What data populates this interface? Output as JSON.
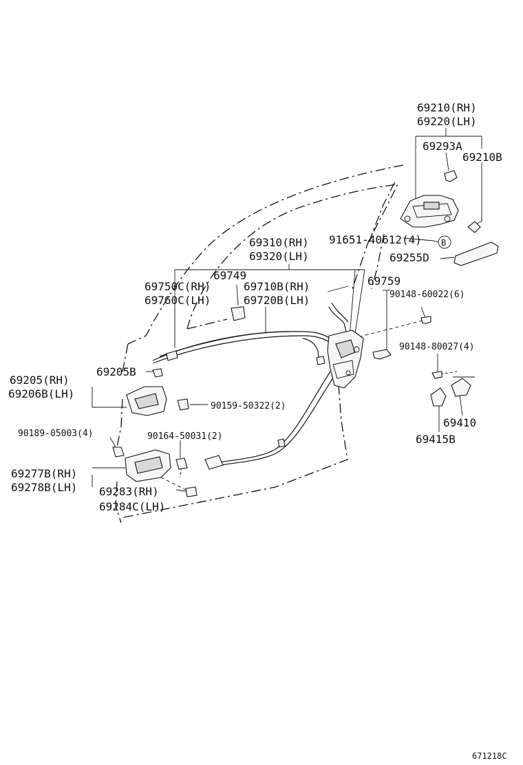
{
  "labels": {
    "p69210rh": "69210(RH)",
    "p69220lh": "69220(LH)",
    "p69293a": "69293A",
    "p69210b": "69210B",
    "p91651": "91651-40612(4)",
    "marker_b": "B",
    "p69310rh": "69310(RH)",
    "p69320lh": "69320(LH)",
    "p69255d": "69255D",
    "p69749": "69749",
    "p69750crh": "69750C(RH)",
    "p69760clh": "69760C(LH)",
    "p69710brh": "69710B(RH)",
    "p69720blh": "69720B(LH)",
    "p69759": "69759",
    "p90148_60022": "90148-60022(6)",
    "p90148_80027": "90148-80027(4)",
    "p69205b": "69205B",
    "p69205rh": "69205(RH)",
    "p69206blh": "69206B(LH)",
    "p90159": "90159-50322(2)",
    "p69410": "69410",
    "p69415b": "69415B",
    "p90189": "90189-05003(4)",
    "p90164": "90164-50031(2)",
    "p69277brh": "69277B(RH)",
    "p69278blh": "69278B(LH)",
    "p69283rh": "69283(RH)",
    "p69284clh": "69284C(LH)",
    "diagram_code": "671218C"
  },
  "colors": {
    "line": "#111111",
    "background": "#ffffff"
  }
}
